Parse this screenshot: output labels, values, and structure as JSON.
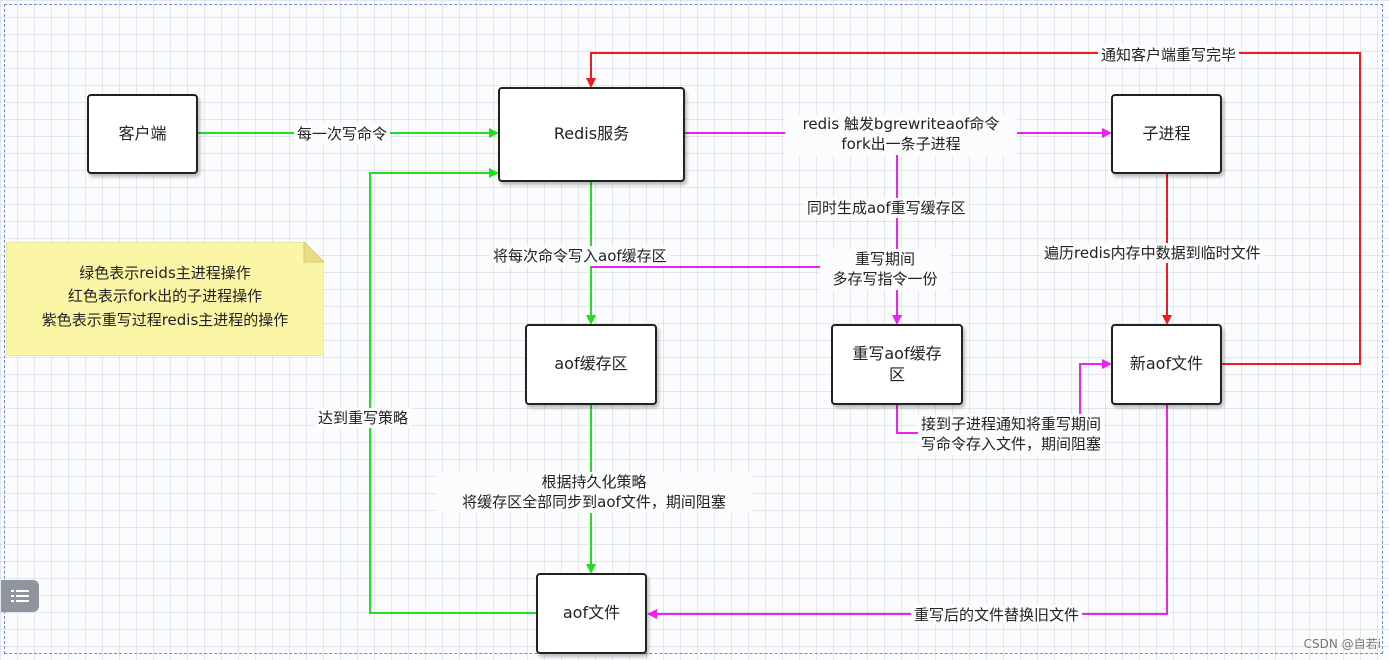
{
  "nodes": {
    "client": "客户端",
    "redis_service": "Redis服务",
    "child_process": "子进程",
    "aof_buffer": "aof缓存区",
    "rewrite_buffer": "重写aof缓存区",
    "new_aof_file": "新aof文件",
    "aof_file": "aof文件"
  },
  "edges": {
    "notify_client_rewrite_done": "通知客户端重写完毕",
    "each_write_command": "每一次写命令",
    "bgrewriteaof_line1": "redis 触发bgrewriteaof命令",
    "bgrewriteaof_line2": "fork出一条子进程",
    "also_create_rewrite_buffer": "同时生成aof重写缓存区",
    "write_each_command_to_buffer": "将每次命令写入aof缓存区",
    "during_rewrite_line1": "重写期间",
    "during_rewrite_line2": "多存写指令一份",
    "traverse_memory_to_temp": "遍历redis内存中数据到临时文件",
    "reach_rewrite_policy": "达到重写策略",
    "on_child_notify_line1": "接到子进程通知将重写期间",
    "on_child_notify_line2": "写命令存入文件，期间阻塞",
    "persistence_policy_line1": "根据持久化策略",
    "persistence_policy_line2": "将缓存区全部同步到aof文件，期间阻塞",
    "replace_old_file": "重写后的文件替换旧文件"
  },
  "legend": {
    "green": "绿色表示reids主进程操作",
    "red": "红色表示fork出的子进程操作",
    "purple": "紫色表示重写过程redis主进程的操作"
  },
  "watermark": "CSDN @自若i",
  "colors": {
    "green": "#22dd22",
    "red": "#ee1c1c",
    "magenta": "#ee22ee",
    "note_fill": "#fbf5a6"
  },
  "icons": {
    "toc": "list-icon"
  }
}
